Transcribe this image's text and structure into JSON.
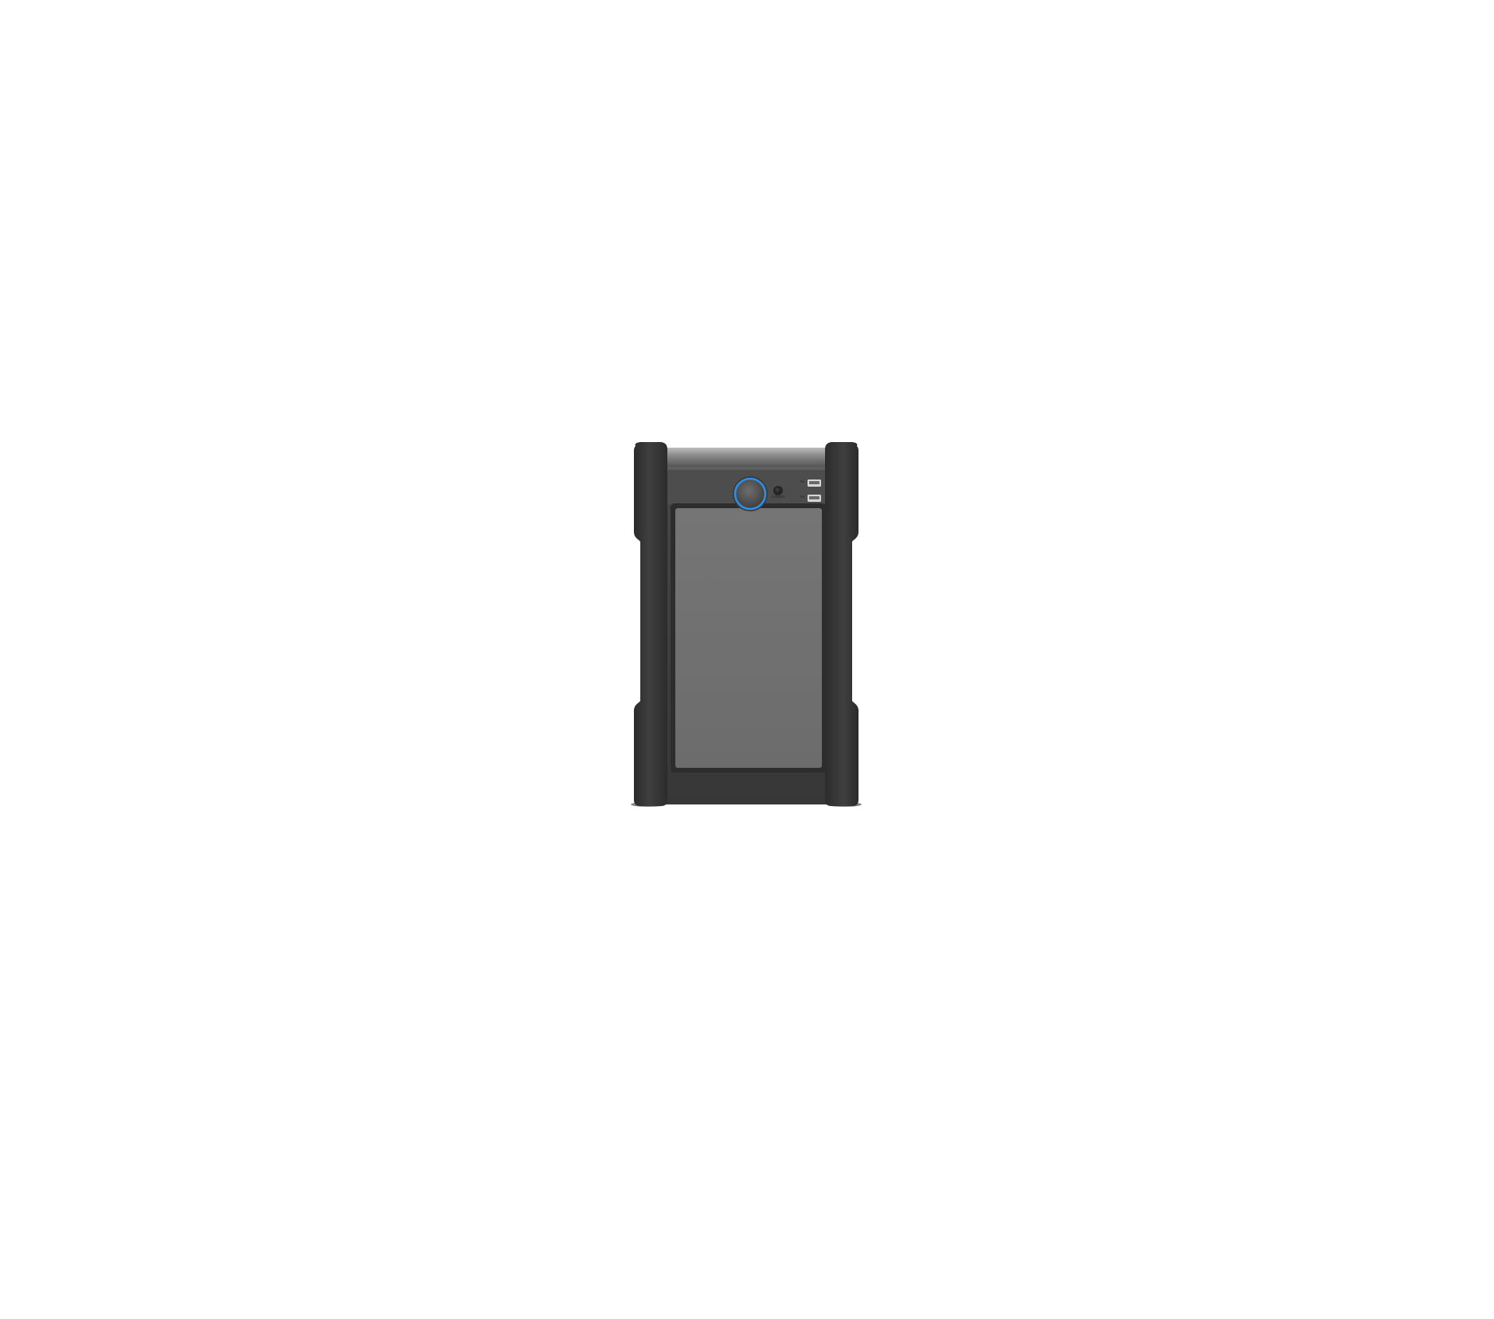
{
  "scene": {
    "subject": "device-front",
    "background_color": "#ffffff"
  },
  "device": {
    "colors": {
      "bumper": "#343434",
      "bumper_highlight": "#454545",
      "top_band_light": "#9a9a9a",
      "top_band_dark": "#4a4a4a",
      "body": "#3a3a3a",
      "panel": "#727272",
      "panel_frame": "#2c2c2c",
      "ring_accent": "#2f8ee6"
    },
    "power_button": {
      "icon": "power-ring-icon",
      "ring_color": "#2f8ee6"
    },
    "indicator": {
      "icon": "led-dot-icon",
      "label": "POWER"
    },
    "ports": [
      {
        "icon": "usb-port-icon",
        "label": "5V"
      },
      {
        "icon": "usb-port-icon",
        "label": "5V"
      }
    ]
  }
}
